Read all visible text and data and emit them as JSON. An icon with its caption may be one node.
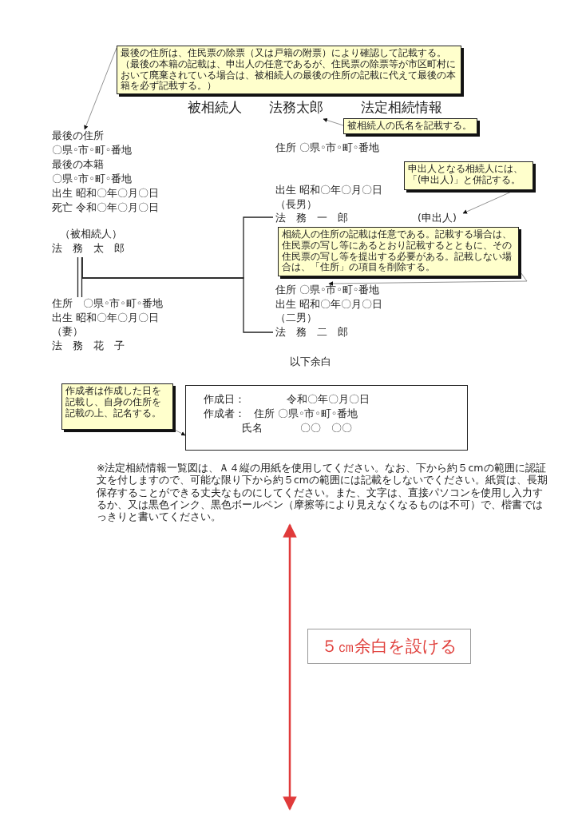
{
  "diagram": {
    "nodes": [
      {
        "text": [
          "最後の住所は、住民票の除票（又は戸籍の附票）により確認して記載する。（最後の本籍の記載は、申出人の任意であるが、住民票の除票等が市区町村において廃棄されている場合は、被相続人の最後の住所の記載に代えて最後の本籍を必ず記載する。）"
        ]
      },
      {
        "text": [
          "被相続人",
          "法務太郎",
          "法定相続情報"
        ]
      },
      {
        "text": [
          "被相続人の氏名を記載する。"
        ]
      },
      {
        "text": [
          "最後の住所",
          "〇県◦市◦町◦番地",
          "最後の本籍",
          "〇県◦市◦町◦番地",
          "出生 昭和〇年〇月〇日",
          "死亡 令和〇年〇月〇日",
          "（被相続人）",
          "法　務　太　郎"
        ]
      },
      {
        "text": [
          "住所 〇県◦市◦町◦番地",
          "出生 昭和〇年〇月〇日",
          "（長男）",
          "法　務　一　郎"
        ]
      },
      {
        "text": [
          "申出人となる相続人には、「(申出人)」と併記する。"
        ]
      },
      {
        "text": [
          "(申出人)"
        ]
      },
      {
        "text": [
          "相続人の住所の記載は任意である。記載する場合は、住民票の写し等にあるとおり記載するとともに、その住民票の写し等を提出する必要がある。記載しない場合は、「住所」の項目を削除する。"
        ]
      },
      {
        "text": [
          "住所 〇県◦市◦町◦番地",
          "出生 昭和〇年〇月〇日",
          "（二男）",
          "法　務　二　郎"
        ]
      },
      {
        "text": [
          "住所　〇県◦市◦町◦番地",
          "出生 昭和〇年〇月〇日",
          "（妻）",
          "法　務　花　子"
        ]
      },
      {
        "text": [
          "作成者は作成した日を記載し、自身の住所を記載の上、記名する。"
        ]
      },
      {
        "text": [
          "作成日：",
          "令和〇年〇月〇日",
          "作成者：",
          "住所 〇県◦市◦町◦番地",
          "氏名",
          "〇〇　〇〇"
        ]
      },
      {
        "text": [
          "５㎝余白を設ける"
        ]
      }
    ],
    "edges": [
      {
        "from": 0,
        "to": 3,
        "arrow": "to"
      },
      {
        "from": 2,
        "to": 1,
        "arrow": "to"
      },
      {
        "from": 5,
        "to": 6,
        "arrow": "to"
      },
      {
        "from": 7,
        "to": 8,
        "arrow": "to"
      },
      {
        "from": 3,
        "to": 9,
        "arrow": "none"
      },
      {
        "from": 3,
        "to": 4,
        "arrow": "none"
      },
      {
        "from": 3,
        "to": 8,
        "arrow": "none"
      },
      {
        "from": 10,
        "to": 11,
        "arrow": "to"
      }
    ],
    "labels": [
      "以下余白",
      "※法定相続情報一覧図は、Ａ４縦の用紙を使用してください。なお、下から約５cmの範囲に認証文を付しますので、可能な限り下から約５cmの範囲には記載をしないでください。紙質は、長期保存することができる丈夫なものにしてください。また、文字は、直接パソコンを使用し入力するか、又は黒色インク、黒色ボールペン（摩擦等により見えなくなるものは不可）で、楷書ではっきりと書いてください。"
    ]
  }
}
